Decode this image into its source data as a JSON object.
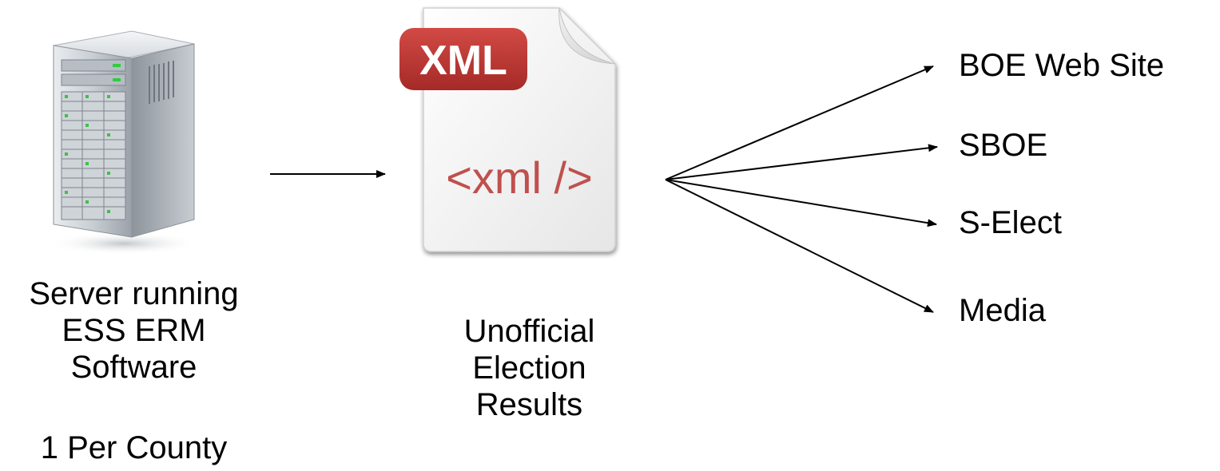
{
  "server": {
    "caption_lines": [
      "Server running",
      "ESS ERM",
      "Software"
    ],
    "count_note": "1 Per County"
  },
  "document": {
    "badge": "XML",
    "tag": "<xml />",
    "caption_lines": [
      "Unofficial",
      "Election",
      "Results"
    ]
  },
  "destinations": [
    "BOE Web Site",
    "SBOE",
    "S-Elect",
    "Media"
  ],
  "colors": {
    "badge_red": "#b8312f",
    "tag_red": "#c0504d",
    "line": "#000000"
  }
}
